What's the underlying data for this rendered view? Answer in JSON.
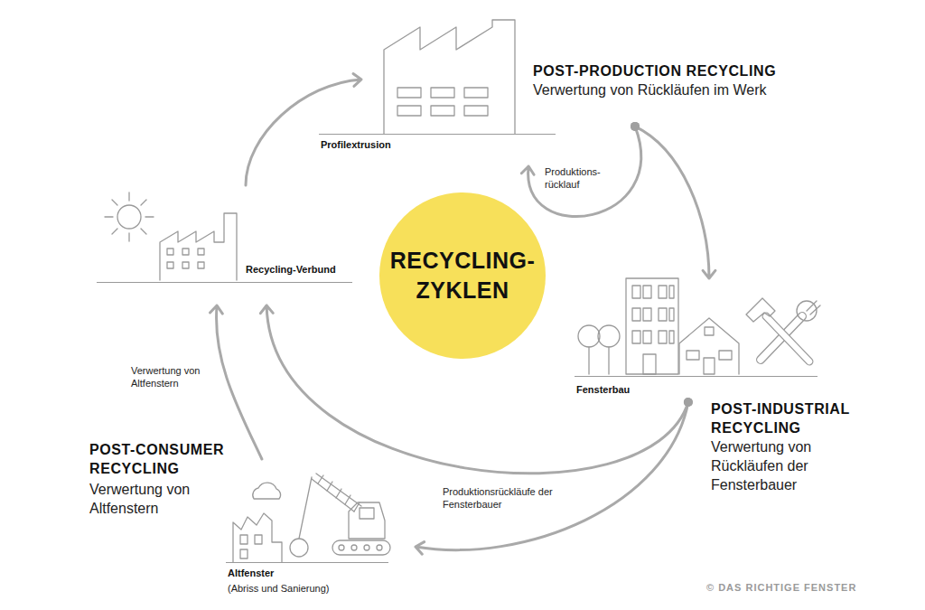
{
  "diagram": {
    "nodes": [
      {
        "text": [
          "Profilextrusion"
        ]
      },
      {
        "text": [
          "Recycling-Verbund"
        ]
      },
      {
        "text": [
          "RECYCLING- ZYKLEN"
        ]
      },
      {
        "text": [
          "Fensterbau"
        ]
      },
      {
        "text": [
          "Altfenster",
          "(Abriss und Sanierung)"
        ]
      }
    ],
    "edges": [
      {
        "from": 1,
        "to": 0,
        "arrow": "to"
      },
      {
        "from": 0,
        "to": 0,
        "label": "Produktions- rücklauf",
        "arrow": "to"
      },
      {
        "from": 0,
        "to": 3,
        "arrow": "to"
      },
      {
        "from": 3,
        "to": 4,
        "arrow": "to"
      },
      {
        "from": 3,
        "to": 1,
        "label": "Produktionsrückläufe der Fensterbauer",
        "arrow": "to"
      },
      {
        "from": 4,
        "to": 1,
        "label": "Verwertung von Altfenstern",
        "arrow": "to"
      }
    ],
    "labels": [
      "POST-PRODUCTION RECYCLING",
      "Verwertung von Rückläufen im Werk",
      "POST-INDUSTRIAL RECYCLING",
      "Verwertung von Rückläufen der Fensterbauer",
      "POST-CONSUMER RECYCLING",
      "Verwertung von Altfenstern",
      "© DAS RICHTIGE FENSTER"
    ]
  }
}
